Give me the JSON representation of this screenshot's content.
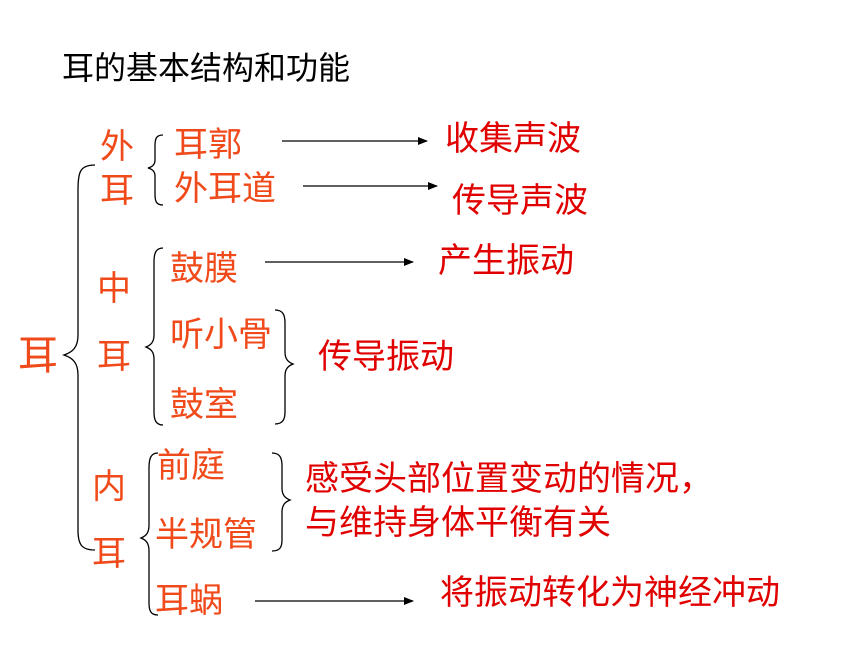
{
  "title": "耳的基本结构和功能",
  "root": "耳",
  "sections": {
    "outer": {
      "label_1": "外",
      "label_2": "耳",
      "parts": [
        "耳郭",
        "外耳道"
      ],
      "functions": [
        "收集声波",
        "传导声波"
      ]
    },
    "middle": {
      "label_1": "中",
      "label_2": "耳",
      "parts": [
        "鼓膜",
        "听小骨",
        "鼓室"
      ],
      "functions": [
        "产生振动",
        "传导振动"
      ]
    },
    "inner": {
      "label_1": "内",
      "label_2": "耳",
      "parts": [
        "前庭",
        "半规管",
        "耳蜗"
      ],
      "functions": [
        "感受头部位置变动的情况，",
        "与维持身体平衡有关",
        "将振动转化为神经冲动"
      ]
    }
  },
  "colors": {
    "title": "#000000",
    "structure": "#f04a1a",
    "function": "#e00000",
    "lines": "#000000"
  }
}
